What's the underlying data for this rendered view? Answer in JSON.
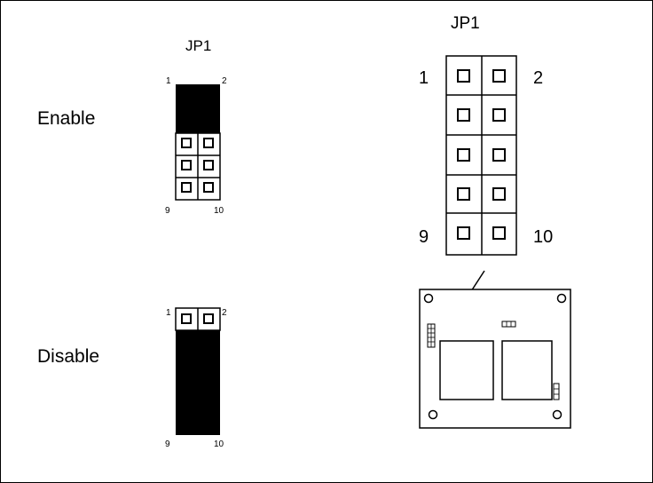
{
  "diagram": {
    "left_panel": {
      "title": "JP1",
      "rows": [
        {
          "label": "Enable",
          "pin_top_left": "1",
          "pin_top_right": "2",
          "pin_bottom_left": "9",
          "pin_bottom_right": "10"
        },
        {
          "label": "Disable",
          "pin_top_left": "1",
          "pin_top_right": "2",
          "pin_bottom_left": "9",
          "pin_bottom_right": "10"
        }
      ]
    },
    "right_panel": {
      "title": "JP1",
      "pin_top_left": "1",
      "pin_top_right": "2",
      "pin_bottom_left": "9",
      "pin_bottom_right": "10"
    },
    "colors": {
      "line": "#000000",
      "fill": "#000000",
      "background": "#ffffff"
    }
  }
}
